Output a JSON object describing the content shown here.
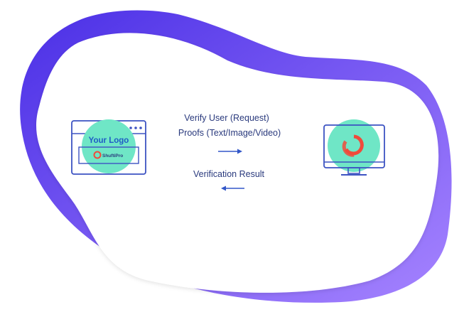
{
  "browser": {
    "logo_text": "Your Logo",
    "brand_text": "ShuftiPro"
  },
  "flow": {
    "request_line1": "Verify User (Request)",
    "request_line2": "Proofs (Text/Image/Video)",
    "result_label": "Verification Result"
  },
  "colors": {
    "blob_gradient_start": "#4a2fe6",
    "blob_gradient_end": "#a684ff",
    "outline": "#3d53c2",
    "teal": "#6fe6c6",
    "logo_text": "#1f5cc6",
    "brand_accent": "#f04a3b",
    "arrow": "#3257c8"
  }
}
